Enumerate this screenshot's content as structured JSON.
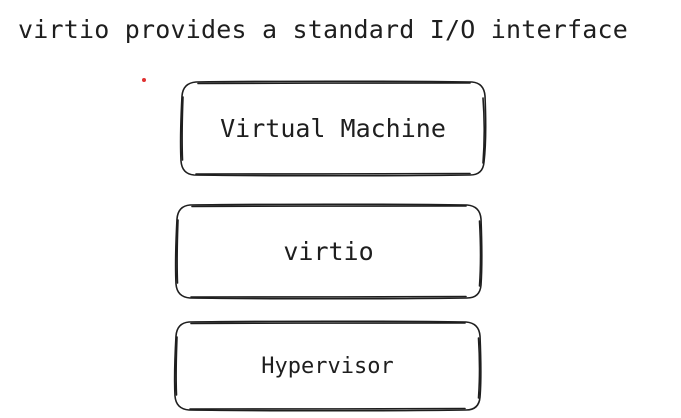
{
  "title": "virtio provides a standard I/O interface",
  "colors": {
    "stroke": "#1e1e1e",
    "dot": "#e03131",
    "background": "#ffffff"
  },
  "layers": [
    {
      "label": "Virtual Machine"
    },
    {
      "label": "virtio"
    },
    {
      "label": "Hypervisor"
    }
  ]
}
